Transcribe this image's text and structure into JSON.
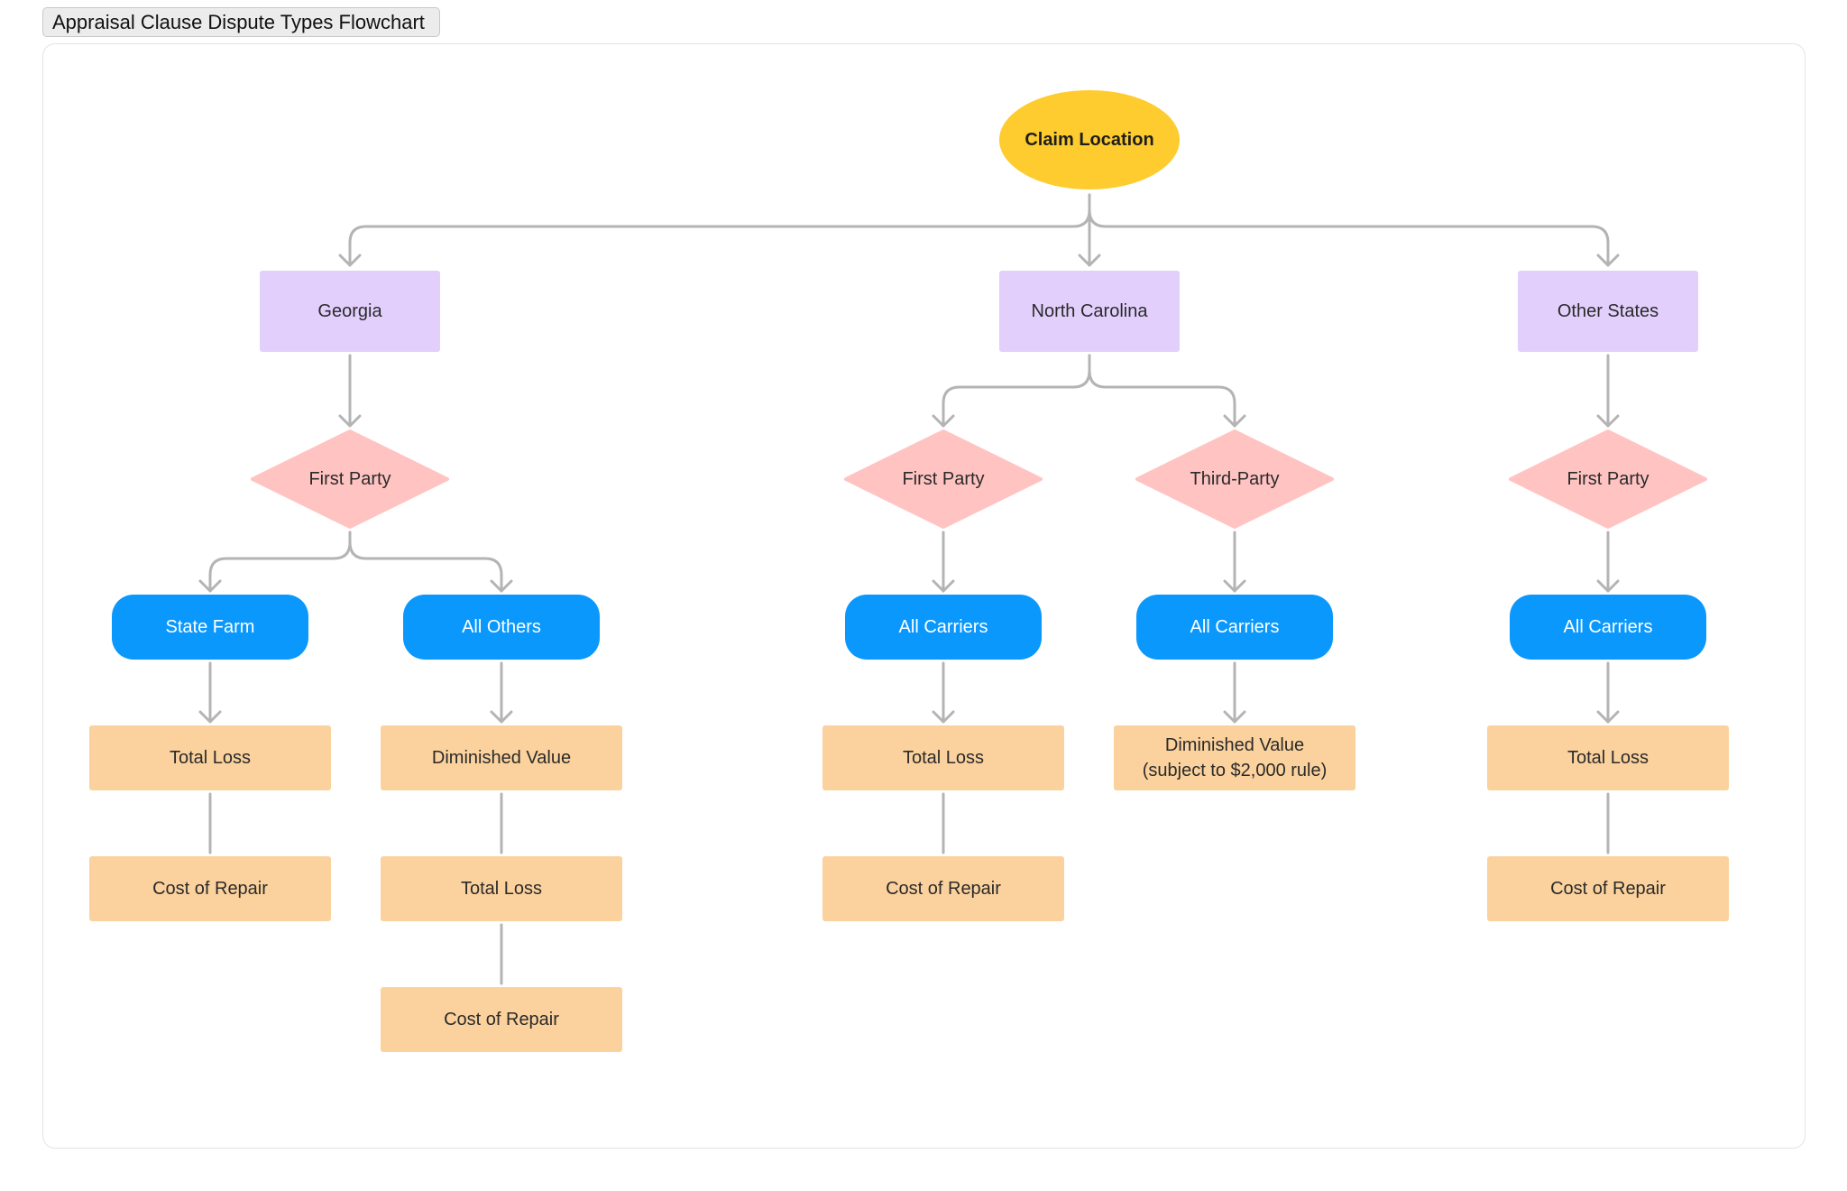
{
  "title": "Appraisal Clause Dispute Types Flowchart",
  "colors": {
    "root": "#fecc2e",
    "state": "#e2cffc",
    "party": "#ffc4c2",
    "carrier": "#0a98fd",
    "dispute": "#fbd29d",
    "connector": "#b4b4b4"
  },
  "diagram": {
    "root": {
      "label": "Claim Location"
    },
    "states": [
      {
        "label": "Georgia",
        "parties": [
          {
            "label": "First Party",
            "carriers": [
              {
                "label": "State Farm",
                "disputes": [
                  "Total Loss",
                  "Cost of Repair"
                ]
              },
              {
                "label": "All Others",
                "disputes": [
                  "Diminished Value",
                  "Total Loss",
                  "Cost of Repair"
                ]
              }
            ]
          }
        ]
      },
      {
        "label": "North Carolina",
        "parties": [
          {
            "label": "First Party",
            "carriers": [
              {
                "label": "All Carriers",
                "disputes": [
                  "Total Loss",
                  "Cost of Repair"
                ]
              }
            ]
          },
          {
            "label": "Third-Party",
            "carriers": [
              {
                "label": "All Carriers",
                "disputes": [
                  "Diminished Value\n(subject to $2,000 rule)"
                ]
              }
            ]
          }
        ]
      },
      {
        "label": "Other States",
        "parties": [
          {
            "label": "First Party",
            "carriers": [
              {
                "label": "All Carriers",
                "disputes": [
                  "Total Loss",
                  "Cost of Repair"
                ]
              }
            ]
          }
        ]
      }
    ]
  }
}
